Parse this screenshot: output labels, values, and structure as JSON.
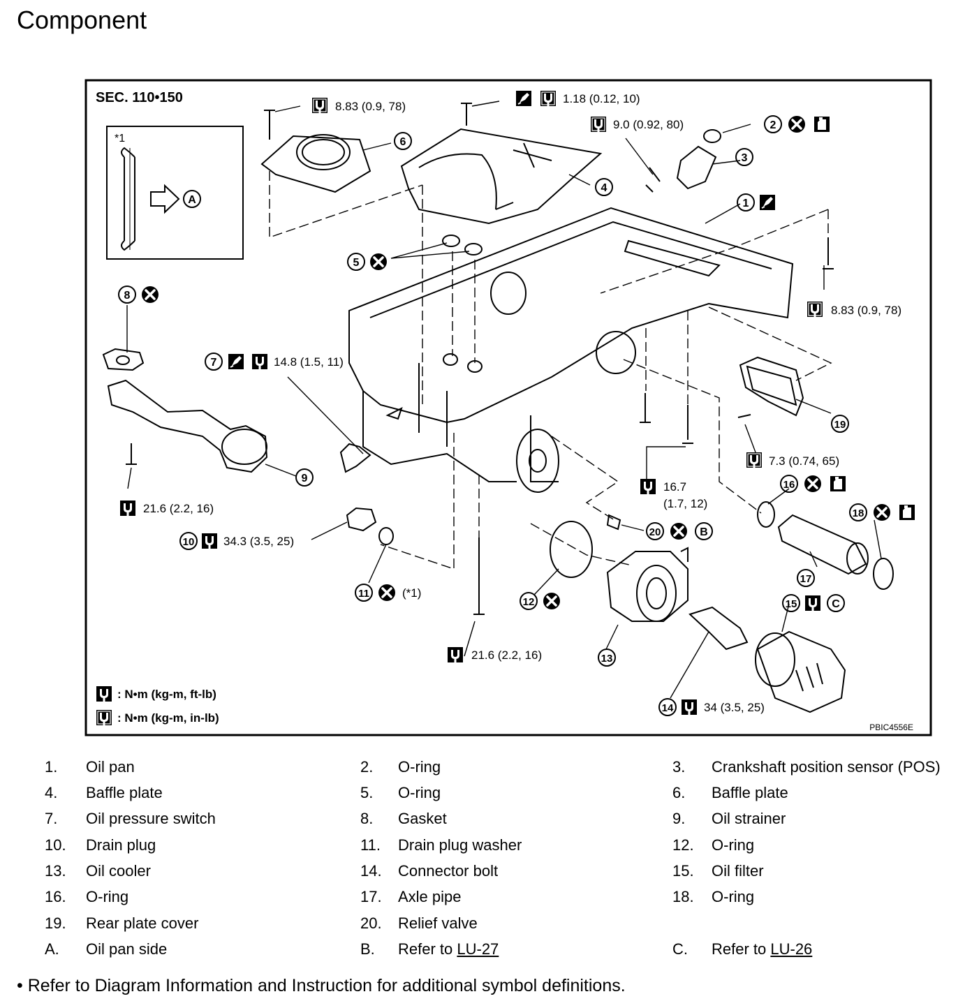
{
  "page": {
    "title": "Component"
  },
  "diagram": {
    "section": "SEC. 110•150",
    "figure_code": "PBIC4556E",
    "inset": {
      "marker": "*1",
      "ref": "A"
    },
    "unit_legend": [
      {
        "icon": "torque-wrench-ftlb-icon",
        "text": ": N•m (kg-m, ft-lb)"
      },
      {
        "icon": "torque-wrench-inlb-icon",
        "text": ": N•m (kg-m, in-lb)"
      }
    ],
    "callouts": [
      {
        "number": "1",
        "symbols": [
          "sealant-icon"
        ]
      },
      {
        "number": "2",
        "symbols": [
          "do-not-reuse-icon",
          "engine-oil-icon"
        ]
      },
      {
        "number": "3",
        "symbols": []
      },
      {
        "number": "4",
        "symbols": []
      },
      {
        "number": "5",
        "symbols": [
          "do-not-reuse-icon"
        ]
      },
      {
        "number": "6",
        "symbols": []
      },
      {
        "number": "7",
        "symbols": [
          "sealant-icon",
          "torque-wrench-ftlb-icon"
        ],
        "torque": "14.8 (1.5, 11)"
      },
      {
        "number": "8",
        "symbols": [
          "do-not-reuse-icon"
        ]
      },
      {
        "number": "9",
        "symbols": []
      },
      {
        "number": "10",
        "symbols": [
          "torque-wrench-ftlb-icon"
        ],
        "torque": "34.3 (3.5, 25)"
      },
      {
        "number": "11",
        "symbols": [
          "do-not-reuse-icon"
        ],
        "note": "(*1)"
      },
      {
        "number": "12",
        "symbols": [
          "do-not-reuse-icon"
        ]
      },
      {
        "number": "13",
        "symbols": []
      },
      {
        "number": "14",
        "symbols": [
          "torque-wrench-ftlb-icon"
        ],
        "torque": "34 (3.5, 25)"
      },
      {
        "number": "15",
        "symbols": [
          "torque-wrench-ftlb-icon"
        ],
        "ref": "C"
      },
      {
        "number": "16",
        "symbols": [
          "do-not-reuse-icon",
          "engine-oil-icon"
        ]
      },
      {
        "number": "17",
        "symbols": []
      },
      {
        "number": "18",
        "symbols": [
          "do-not-reuse-icon",
          "engine-oil-icon"
        ]
      },
      {
        "number": "19",
        "symbols": []
      },
      {
        "number": "20",
        "symbols": [
          "do-not-reuse-icon"
        ],
        "ref": "B"
      }
    ],
    "torque_labels": [
      {
        "text": "8.83 (0.9, 78)",
        "unit": "in-lb"
      },
      {
        "text": "1.18 (0.12, 10)",
        "unit": "in-lb"
      },
      {
        "text": "9.0 (0.92, 80)",
        "unit": "in-lb"
      },
      {
        "text": "8.83 (0.9, 78)",
        "unit": "in-lb"
      },
      {
        "text": "7.3 (0.74, 65)",
        "unit": "in-lb"
      },
      {
        "text": "16.7",
        "unit": "ft-lb"
      },
      {
        "text": "(1.7, 12)",
        "unit": "ft-lb"
      },
      {
        "text": "21.6 (2.2, 16)",
        "unit": "ft-lb"
      },
      {
        "text": "21.6 (2.2, 16)",
        "unit": "ft-lb"
      }
    ]
  },
  "legend": {
    "rows": [
      [
        {
          "n": "1.",
          "label": "Oil pan"
        },
        {
          "n": "2.",
          "label": "O-ring"
        },
        {
          "n": "3.",
          "label": "Crankshaft position sensor (POS)"
        }
      ],
      [
        {
          "n": "4.",
          "label": "Baffle plate"
        },
        {
          "n": "5.",
          "label": "O-ring"
        },
        {
          "n": "6.",
          "label": "Baffle plate"
        }
      ],
      [
        {
          "n": "7.",
          "label": "Oil pressure switch"
        },
        {
          "n": "8.",
          "label": "Gasket"
        },
        {
          "n": "9.",
          "label": "Oil strainer"
        }
      ],
      [
        {
          "n": "10.",
          "label": "Drain plug"
        },
        {
          "n": "11.",
          "label": "Drain plug washer"
        },
        {
          "n": "12.",
          "label": "O-ring"
        }
      ],
      [
        {
          "n": "13.",
          "label": "Oil cooler"
        },
        {
          "n": "14.",
          "label": "Connector bolt"
        },
        {
          "n": "15.",
          "label": "Oil filter"
        }
      ],
      [
        {
          "n": "16.",
          "label": "O-ring"
        },
        {
          "n": "17.",
          "label": "Axle pipe"
        },
        {
          "n": "18.",
          "label": "O-ring"
        }
      ],
      [
        {
          "n": "19.",
          "label": "Rear plate cover"
        },
        {
          "n": "20.",
          "label": "Relief valve"
        },
        {
          "n": "",
          "label": ""
        }
      ],
      [
        {
          "n": "A.",
          "label": "Oil pan side"
        },
        {
          "n": "B.",
          "label": "Refer to ",
          "link": "LU-27"
        },
        {
          "n": "C.",
          "label": "Refer to ",
          "link": "LU-26"
        }
      ]
    ]
  },
  "footnote": "• Refer to Diagram Information and Instruction for additional symbol definitions."
}
